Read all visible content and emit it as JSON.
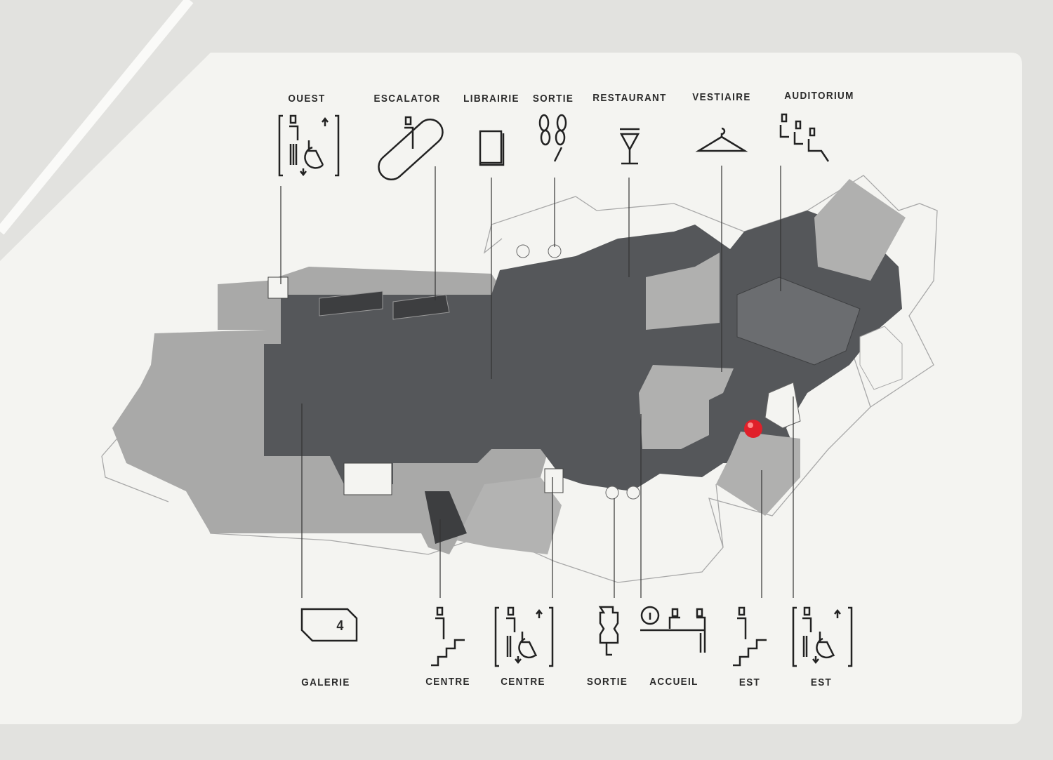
{
  "sign": {
    "top_labels": [
      "OUEST",
      "ESCALATOR",
      "LIBRAIRIE",
      "SORTIE",
      "RESTAURANT",
      "VESTIAIRE",
      "AUDITORIUM"
    ],
    "bottom_labels": [
      "GALERIE",
      "CENTRE",
      "CENTRE",
      "SORTIE",
      "ACCUEIL",
      "EST",
      "EST"
    ],
    "gallery_number": "4"
  },
  "colors": {
    "wall": "#e2e2df",
    "panel": "#f4f4f1",
    "floor_dark": "#55575a",
    "floor_light": "#a9a9a8",
    "outline": "#a0a0a0",
    "marker": "#e0202a",
    "ink": "#222222"
  },
  "icons": {
    "top": [
      "elevator-icon",
      "escalator-icon",
      "book-icon",
      "flower-icon",
      "wine-glass-icon",
      "coat-hanger-icon",
      "auditorium-seats-icon"
    ],
    "bottom": [
      "gallery-icon",
      "stairs-icon",
      "elevator-icon",
      "tree-icon",
      "information-desk-icon",
      "stairs-icon",
      "elevator-icon"
    ]
  },
  "you_are_here": true
}
